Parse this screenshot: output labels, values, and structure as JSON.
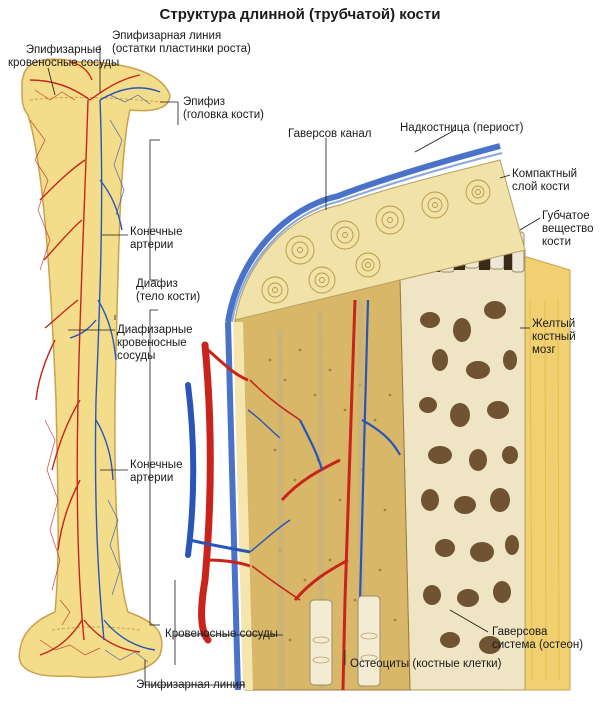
{
  "title": "Структура длинной (трубчатой) кости",
  "labels": {
    "epiphyseal_vessels": [
      "Эпифизарные",
      "кровеносные сосуды"
    ],
    "epiphyseal_line_top": [
      "Эпифизарная линия",
      "(остатки пластинки роста)"
    ],
    "epiphysis": [
      "Эпифиз",
      "(головка кости)"
    ],
    "haversian_canal": "Гаверсов канал",
    "periosteum": "Надкостница (периост)",
    "compact_bone": [
      "Компактный",
      "слой кости"
    ],
    "spongy_bone": [
      "Губчатое",
      "вещество",
      "кости"
    ],
    "end_arteries_top": [
      "Конечные",
      "артерии"
    ],
    "diaphysis": [
      "Диафиз",
      "(тело кости)"
    ],
    "diaphyseal_vessels": [
      "Диафизарные",
      "кровеносные",
      "сосуды"
    ],
    "yellow_marrow": [
      "Желтый",
      "костный",
      "мозг"
    ],
    "end_arteries_bottom": [
      "Конечные",
      "артерии"
    ],
    "haversian_system": [
      "Гаверсова",
      "система (остеон)"
    ],
    "blood_vessels": "Кровеносные сосуды",
    "osteocytes": "Остеоциты (костные клетки)",
    "epiphyseal_line_bottom": "Эпифизарная линия"
  },
  "colors": {
    "bone": "#f3dc8a",
    "bone_dark": "#d8b45a",
    "artery": "#c8241c",
    "vein": "#2a55b8",
    "periosteum": "#4a72c8",
    "marrow": "#f0d070",
    "compact": "#f0e2a8",
    "spongy": "#efe4c4",
    "cavity": "#5a3a1a"
  }
}
